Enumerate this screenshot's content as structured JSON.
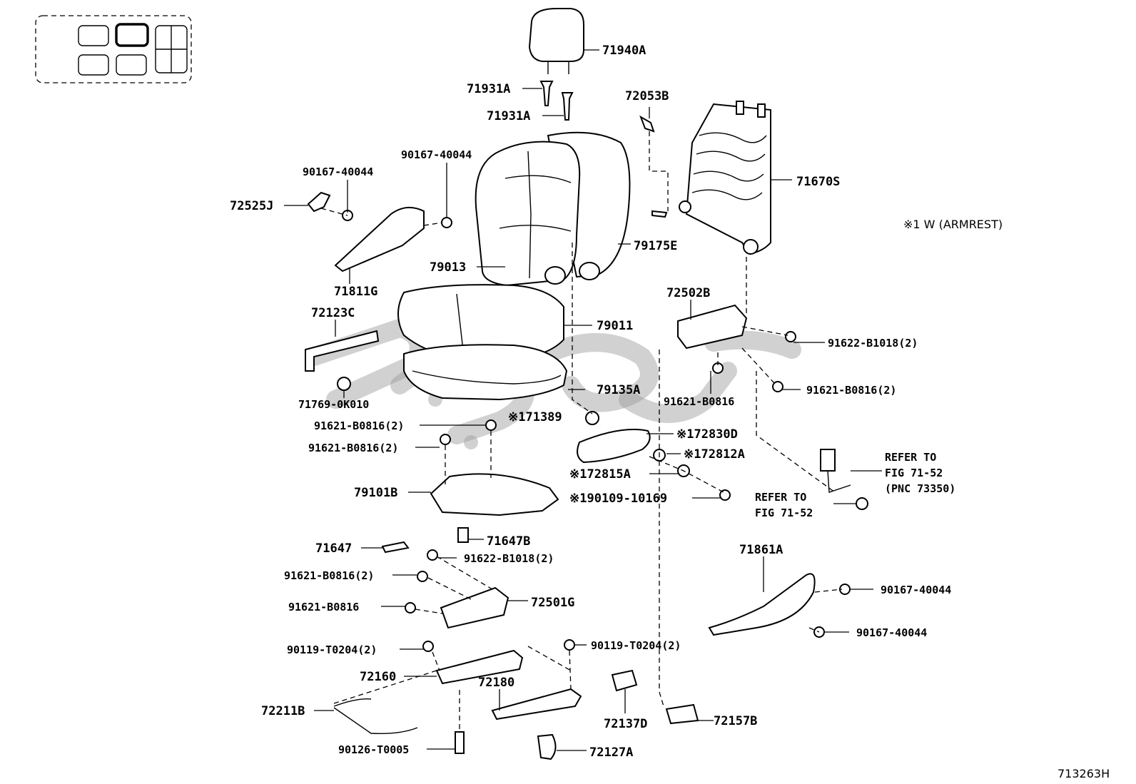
{
  "drawing_id": "713263H",
  "note": "※1 W (ARMREST)",
  "refer_a": {
    "line1": "REFER TO",
    "line2": "FIG 71-52",
    "line3": "(PNC 73350)"
  },
  "refer_b": {
    "line1": "REFER TO",
    "line2": "FIG 71-52"
  },
  "parts": {
    "p71940A": "71940A",
    "p71931A_1": "71931A",
    "p71931A_2": "71931A",
    "p72053B": "72053B",
    "p71670S": "71670S",
    "p90167_a": "90167-40044",
    "p90167_b": "90167-40044",
    "p72525J": "72525J",
    "p71811G": "71811G",
    "p79175E": "79175E",
    "p79013": "79013",
    "p72123C": "72123C",
    "p79011": "79011",
    "p72502B": "72502B",
    "p91622_B1018_r": "91622-B1018(2)",
    "p91621_B0816_r2": "91621-B0816(2)",
    "p91621_B0816_r": "91621-B0816",
    "p71769": "71769-0K010",
    "p79135A": "79135A",
    "p171389": "※171389",
    "p91621_B0816_2a": "91621-B0816(2)",
    "p91621_B0816_2b": "91621-B0816(2)",
    "p172830D": "※172830D",
    "p172812A": "※172812A",
    "p172815A": "※172815A",
    "p190109": "※190109-10169",
    "p79101B": "79101B",
    "p71647B": "71647B",
    "p71647": "71647",
    "p91622_B1018_l": "91622-B1018(2)",
    "p91621_B0816_l2": "91621-B0816(2)",
    "p91621_B0816_l": "91621-B0816",
    "p72501G": "72501G",
    "p71861A": "71861A",
    "p90167_c": "90167-40044",
    "p90167_d": "90167-40044",
    "p90119_a": "90119-T0204(2)",
    "p90119_b": "90119-T0204(2)",
    "p72160": "72160",
    "p72180": "72180",
    "p72211B": "72211B",
    "p72137D": "72137D",
    "p72157B": "72157B",
    "p90126": "90126-T0005",
    "p72127A": "72127A"
  }
}
